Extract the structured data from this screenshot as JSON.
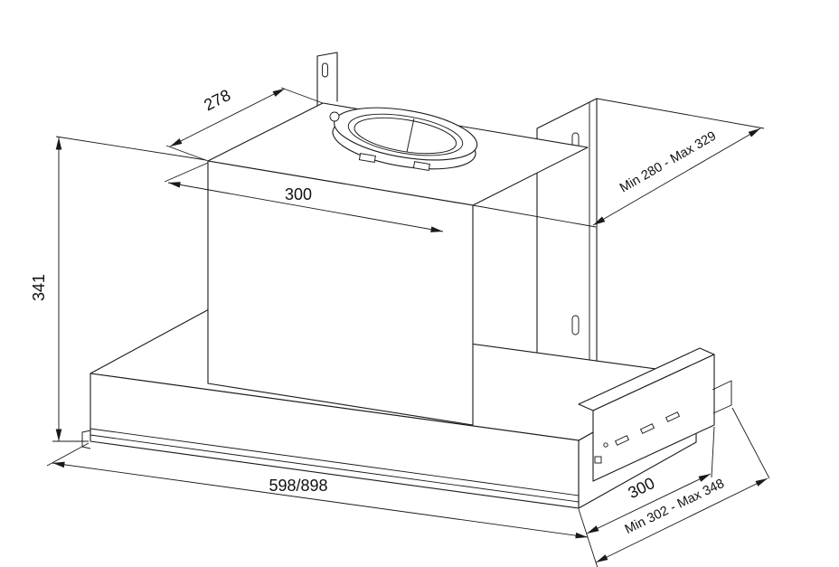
{
  "drawing": {
    "type": "technical-dimension-drawing",
    "subject": "built-in telescopic cooker hood",
    "colors": {
      "line": "#1a1a1a",
      "background": "#ffffff"
    },
    "dimensions": {
      "height": "341",
      "top_depth": "278",
      "top_width": "300",
      "body_width": "598/898",
      "bracket_depth": "300",
      "upper_telescopic_range": "Min 280 - Max 329",
      "lower_telescopic_range": "Min 302 - Max 348"
    }
  }
}
